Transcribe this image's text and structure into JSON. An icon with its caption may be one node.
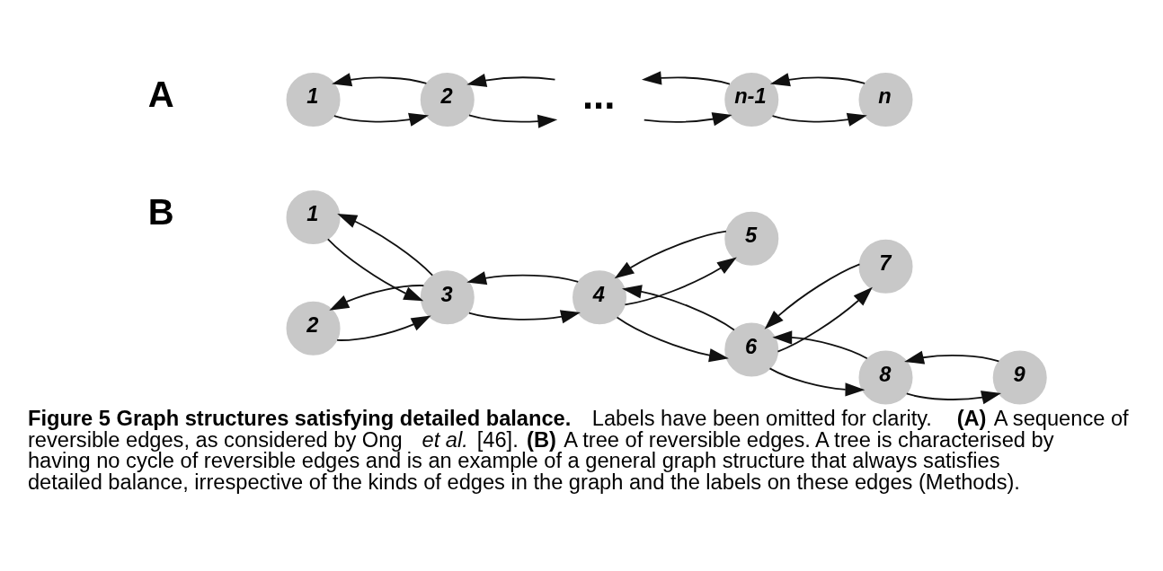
{
  "diagram": {
    "title": "Figure 5 Graph structures satisfying detailed balance.",
    "caption": "Labels have been omitted for clarity. **(A)** A sequence of reversible edges, as considered by Ong *et al.* [46]. **(B)** A tree of reversible edges. A tree is characterised by having no cycle of reversible edges and is an example of a general graph structure that always satisfies detailed balance, irrespective of the kinds of edges in the graph and the labels on these edges (Methods).",
    "nodes": [
      {
        "text": [
          "1"
        ]
      },
      {
        "text": [
          "2"
        ]
      },
      {
        "text": [
          "..."
        ]
      },
      {
        "text": [
          "n-1"
        ]
      },
      {
        "text": [
          "n"
        ]
      },
      {
        "text": [
          "1"
        ]
      },
      {
        "text": [
          "2"
        ]
      },
      {
        "text": [
          "3"
        ]
      },
      {
        "text": [
          "4"
        ]
      },
      {
        "text": [
          "5"
        ]
      },
      {
        "text": [
          "6"
        ]
      },
      {
        "text": [
          "7"
        ]
      },
      {
        "text": [
          "8"
        ]
      },
      {
        "text": [
          "9"
        ]
      }
    ],
    "edges": [
      {
        "from": 1,
        "to": 0,
        "arrow": "to"
      },
      {
        "from": 0,
        "to": 1,
        "arrow": "to"
      },
      {
        "from": 2,
        "to": 1,
        "arrow": "to"
      },
      {
        "from": 1,
        "to": 2,
        "arrow": "to"
      },
      {
        "from": 3,
        "to": 2,
        "arrow": "to"
      },
      {
        "from": 2,
        "to": 3,
        "arrow": "to"
      },
      {
        "from": 4,
        "to": 3,
        "arrow": "to"
      },
      {
        "from": 3,
        "to": 4,
        "arrow": "to"
      },
      {
        "from": 7,
        "to": 5,
        "arrow": "to"
      },
      {
        "from": 5,
        "to": 7,
        "arrow": "to"
      },
      {
        "from": 6,
        "to": 7,
        "arrow": "to"
      },
      {
        "from": 7,
        "to": 6,
        "arrow": "to"
      },
      {
        "from": 8,
        "to": 7,
        "arrow": "to"
      },
      {
        "from": 7,
        "to": 8,
        "arrow": "to"
      },
      {
        "from": 9,
        "to": 8,
        "arrow": "to"
      },
      {
        "from": 8,
        "to": 9,
        "arrow": "to"
      },
      {
        "from": 10,
        "to": 8,
        "arrow": "to"
      },
      {
        "from": 8,
        "to": 10,
        "arrow": "to"
      },
      {
        "from": 12,
        "to": 10,
        "arrow": "to"
      },
      {
        "from": 10,
        "to": 12,
        "arrow": "to"
      },
      {
        "from": 13,
        "to": 12,
        "arrow": "to"
      },
      {
        "from": 12,
        "to": 13,
        "arrow": "to"
      },
      {
        "from": 11,
        "to": 10,
        "arrow": "to"
      },
      {
        "from": 10,
        "to": 11,
        "arrow": "to"
      }
    ],
    "labels": [
      "A",
      "B"
    ]
  }
}
